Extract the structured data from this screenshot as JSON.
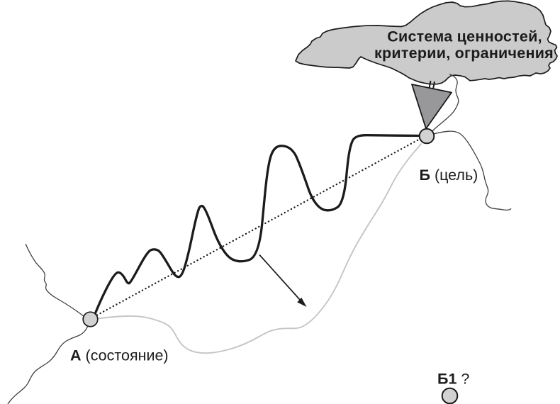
{
  "colors": {
    "background": "#ffffff",
    "cloud_fill": "#cbcbcb",
    "cloud_stroke": "#1c1c1c",
    "funnel_fill": "#98989a",
    "node_fill": "#d2d2d2",
    "line_dark": "#1b1b1b",
    "river_gray": "#3f3f3f",
    "alt_path_gray": "#c5c5c5",
    "text_color": "#1c1c1c"
  },
  "cloud": {
    "line1": "Система ценностей,",
    "line2": "критерии, ограничения"
  },
  "nodes": {
    "a": {
      "name": "А",
      "note": "(состояние)"
    },
    "b": {
      "name": "Б",
      "note": "(цель)"
    },
    "b1": {
      "name": "Б1",
      "note": "?"
    }
  }
}
